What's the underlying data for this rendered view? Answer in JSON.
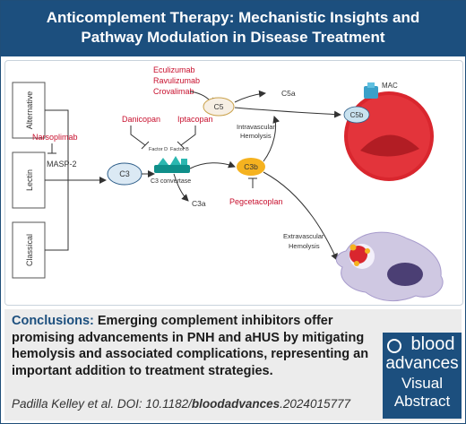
{
  "title": {
    "line1": "Anticomplement Therapy: Mechanistic Insights and",
    "line2": "Pathway Modulation in Disease Treatment"
  },
  "diagram": {
    "pathways": [
      "Alternative",
      "Lectin",
      "Classical"
    ],
    "masp_inhibitor": "Narsoplimab",
    "masp": "MASP-2",
    "c3": "C3",
    "c3_convertase": "C3 convertase",
    "factor_d_inhibitor": "Danicopan",
    "factor_b_inhibitor": "Iptacopan",
    "factor_d": "Factor D",
    "factor_b": "Factor B",
    "c3a": "C3a",
    "c3b": "C3b",
    "c3_inhibitor": "Pegcetacoplan",
    "c5_inhibitors": [
      "Eculizumab",
      "Ravulizumab",
      "Crovalimab"
    ],
    "c5": "C5",
    "c5a": "C5a",
    "c5b": "C5b",
    "mac": "MAC",
    "intravascular": [
      "Intravascular",
      "Hemolysis"
    ],
    "extravascular": [
      "Extravascular",
      "Hemolysis"
    ],
    "colors": {
      "inhibitor": "#c8102e",
      "node": "#dbe9f4",
      "c3b": "#f5b21f",
      "rbc": "#d9262e"
    }
  },
  "conclusion": {
    "label": "Conclusions:",
    "text": "Emerging complement inhibitors offer promising advancements in PNH and aHUS by mitigating hemolysis and associated complications, representing an important addition to treatment strategies."
  },
  "citation": {
    "authors": "Padilla Kelley et al. DOI: 10.1182/",
    "journal": "bloodadvances",
    "suffix": ".2024015777"
  },
  "logo": {
    "line1": "blood",
    "line2": "advances",
    "line3": "Visual",
    "line4": "Abstract"
  }
}
